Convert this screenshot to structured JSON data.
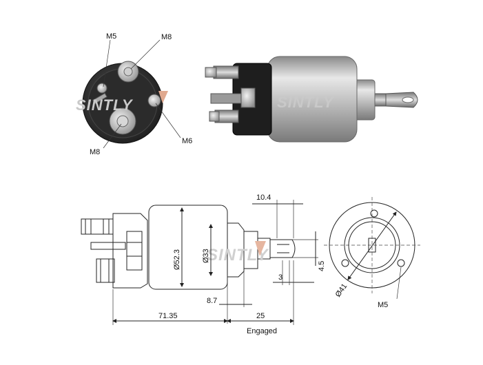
{
  "watermark": "SINTLY",
  "photo_labels": {
    "top_left": "M5",
    "top_right": "M8",
    "bottom_left": "M8",
    "bottom_right": "M6"
  },
  "dimensions": {
    "tip_length": "10.4",
    "body_diameter": "Ø52.3",
    "plunger_diameter": "Ø33",
    "rod_width": "4.5",
    "rod_offset": "3",
    "plunger_gap": "8.7",
    "overall_length": "71.35",
    "stroke": "25",
    "stroke_note": "Engaged",
    "flange_diameter": "Ø41",
    "mount_thread": "M5"
  }
}
